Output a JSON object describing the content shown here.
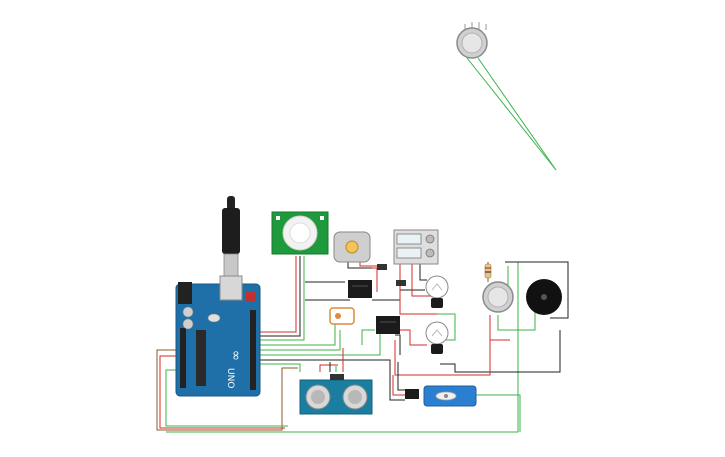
{
  "arduino": {
    "brand_text": "UNO",
    "logo_text": "∞"
  },
  "colors": {
    "board": "#1f6fa8",
    "board_dark": "#17598a",
    "pir_board": "#1e9a3c",
    "ultrasonic_board": "#1a7ea0",
    "wire_green": "#3cb34a",
    "wire_red": "#d62a2a",
    "wire_black": "#222222",
    "wire_brown": "#8b5a2b",
    "wire_grey": "#777777",
    "servo_blue": "#2a7fd0",
    "relay_black": "#1b1b1b",
    "buzzer_black": "#111111",
    "sensor_grey": "#c9c9c9"
  },
  "components": [
    "arduino-uno",
    "pir-sensor",
    "dc-motor",
    "lcd-module",
    "relay-1",
    "relay-2",
    "light-bulb-1",
    "light-bulb-2",
    "ultrasonic-sensor",
    "servo-motor",
    "resistor",
    "gas-sensor-1",
    "gas-sensor-2",
    "piezo-buzzer",
    "potentiometer",
    "usb-cable"
  ]
}
